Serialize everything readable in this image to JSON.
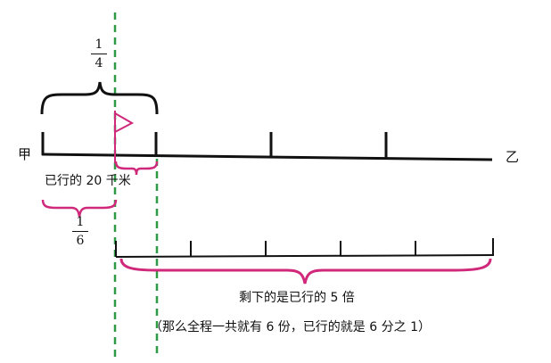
{
  "labels": {
    "start": "甲",
    "end": "乙",
    "traveled": "已行的 20 千米",
    "remaining": "剩下的是已行的 5 倍",
    "explanation": "（那么全程一共就有 6 份，已行的就是 6 分之 1）"
  },
  "fractions": {
    "quarter": {
      "numerator": "1",
      "denominator": "4"
    },
    "sixth": {
      "numerator": "1",
      "denominator": "6"
    }
  },
  "colors": {
    "line": "#111111",
    "magenta": "#d0287a",
    "green_dash": "#2e9a44"
  },
  "icons": [
    "flag-icon"
  ]
}
